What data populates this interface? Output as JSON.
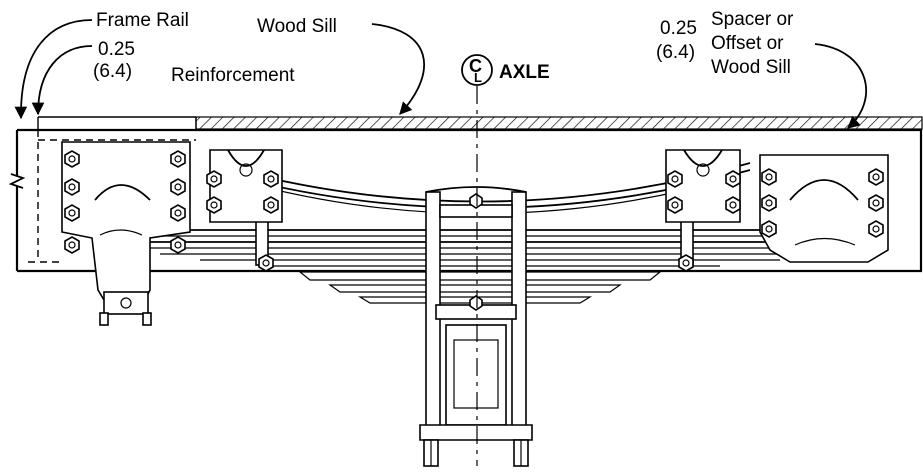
{
  "labels": {
    "frame_rail": "Frame Rail",
    "wood_sill": "Wood Sill",
    "reinf_value": "0.25",
    "reinf_metric": "(6.4)",
    "reinforcement": "Reinforcement",
    "spacer_value": "0.25",
    "spacer_metric": "(6.4)",
    "spacer_line1": "Spacer or",
    "spacer_line2": "Offset or",
    "spacer_line3": "Wood Sill",
    "centerline_symbol": "C",
    "centerline_sub": "L",
    "axle": "AXLE"
  },
  "icons": {
    "centerline": "centerline-symbol",
    "leader_arrows": "arrow-icon"
  },
  "colors": {
    "ink": "#000000",
    "paper": "#ffffff"
  }
}
